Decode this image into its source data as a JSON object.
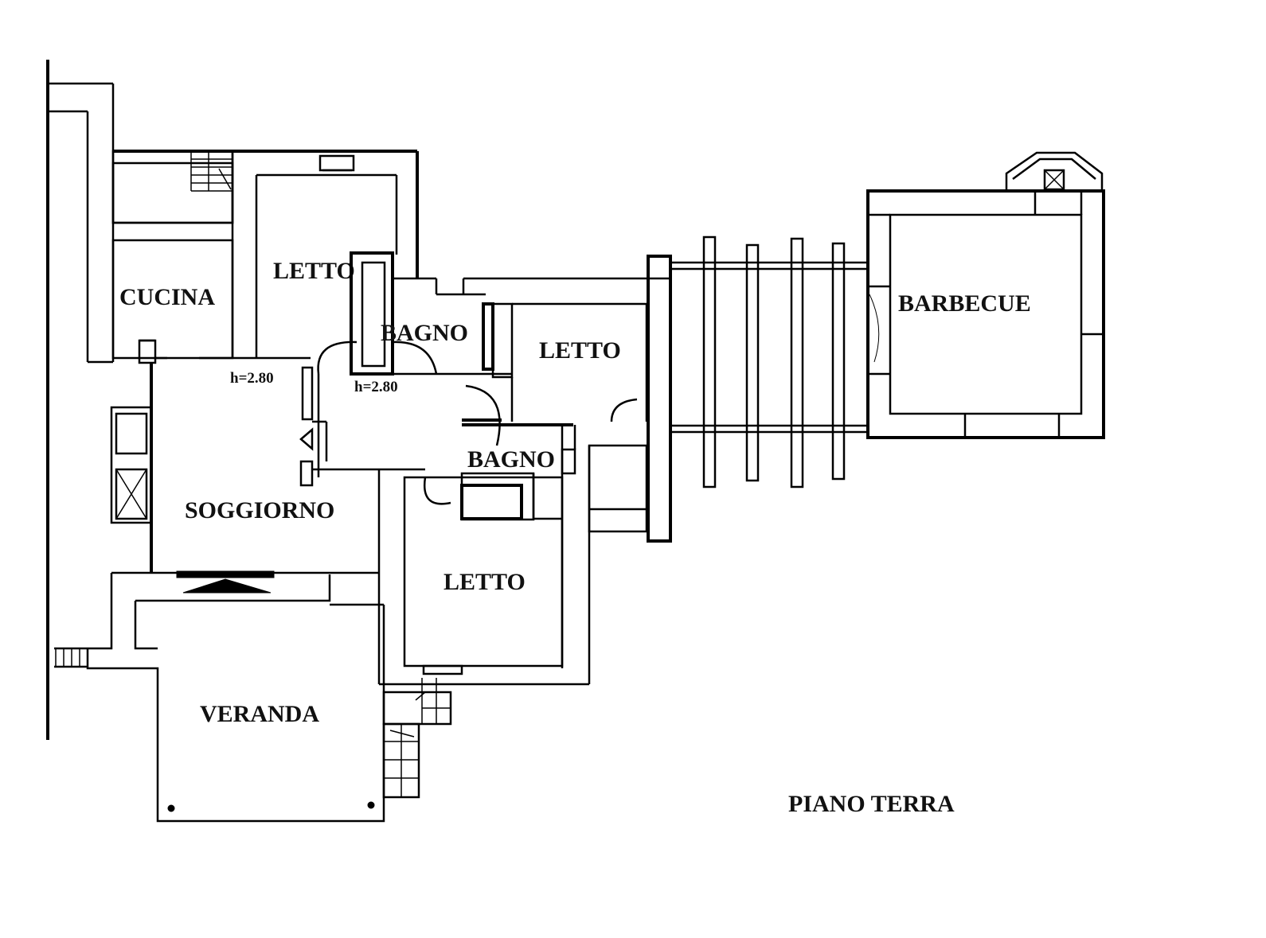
{
  "rooms": {
    "cucina": "CUCINA",
    "letto_1": "LETTO",
    "bagno_1": "BAGNO",
    "letto_2": "LETTO",
    "barbecue": "BARBECUE",
    "bagno_2": "BAGNO",
    "soggiorno": "SOGGIORNO",
    "letto_3": "LETTO",
    "veranda": "VERANDA"
  },
  "heights": {
    "soggiorno": "h=2.80",
    "disimpegno": "h=2.80"
  },
  "floor_title": "PIANO TERRA"
}
